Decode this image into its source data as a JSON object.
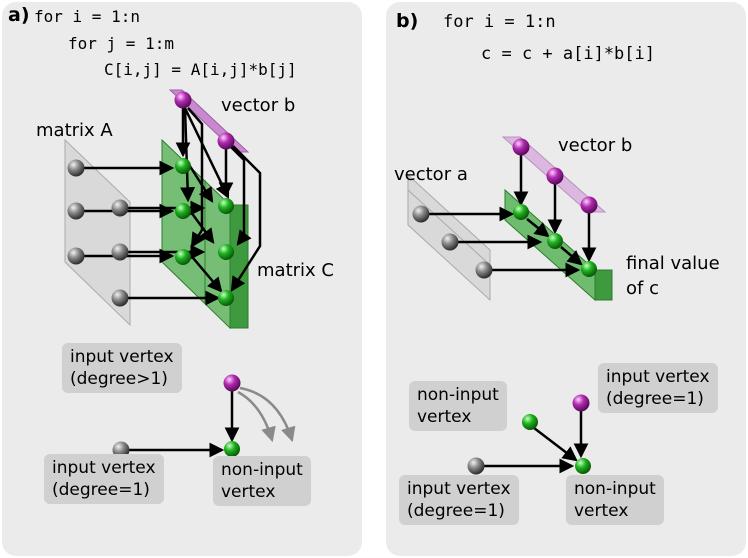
{
  "panel_a": {
    "label": "a)",
    "code": [
      "for i = 1:n",
      "for j = 1:m",
      "C[i,j] = A[i,j]*b[j]"
    ],
    "matrix_a": "matrix A",
    "vector_b": "vector b",
    "matrix_c": "matrix C",
    "legend": {
      "input_multi_1": "input vertex",
      "input_multi_2": "(degree>1)",
      "input_single_1": "input vertex",
      "input_single_2": "(degree=1)",
      "non_input_1": "non-input",
      "non_input_2": "vertex"
    }
  },
  "panel_b": {
    "label": "b)",
    "code": [
      "for i = 1:n",
      "c = c + a[i]*b[i]"
    ],
    "vector_a": "vector a",
    "vector_b": "vector b",
    "final_1": "final value",
    "final_2": "of c",
    "legend": {
      "non_input_top_1": "non-input",
      "non_input_top_2": "vertex",
      "input_single_top_1": "input vertex",
      "input_single_top_2": "(degree=1)",
      "input_single_bottom_1": "input vertex",
      "input_single_bottom_2": "(degree=1)",
      "non_input_bottom_1": "non-input",
      "non_input_bottom_2": "vertex"
    }
  },
  "colors": {
    "panel_bg": "#ebebeb",
    "box_bg": "#d0d0d0",
    "gray_vertex": "#555555",
    "green_vertex": "#1aa31a",
    "purple_vertex": "#a020a0",
    "green_plane": "#3fa33f",
    "purple_plane": "#c178c8",
    "gray_plane": "#d9d9d9"
  }
}
